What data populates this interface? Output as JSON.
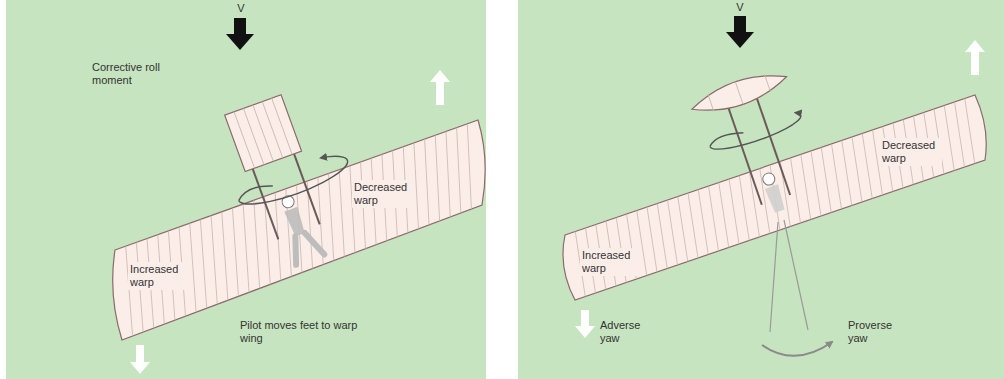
{
  "diagram": {
    "labels": [
      "V",
      "Corrective roll moment",
      "Decreased warp",
      "Increased warp",
      "Pilot moves feet to warp wing",
      "V",
      "Decreased warp",
      "Increased warp",
      "Adverse yaw",
      "Proverse yaw"
    ]
  }
}
